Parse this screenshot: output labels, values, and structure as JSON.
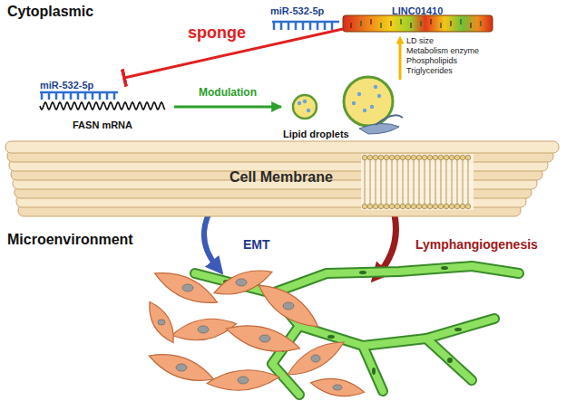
{
  "diagram": {
    "nodes": [
      {
        "text": [
          "miR-532-5p"
        ]
      },
      {
        "text": [
          "LINC01410"
        ]
      },
      {
        "text": [
          "miR-532-5p"
        ]
      },
      {
        "text": [
          "FASN mRNA"
        ]
      },
      {
        "text": [
          "Lipid droplets"
        ]
      },
      {
        "text": [
          "Cell Membrane"
        ]
      }
    ],
    "edges": [
      {
        "from": 1,
        "to": 2,
        "label": "sponge",
        "arrow": "to"
      },
      {
        "from": 3,
        "to": 4,
        "label": "Modulation",
        "arrow": "to"
      }
    ],
    "labels": [
      "Cytoplasmic",
      "LD size",
      "Metabolism enzyme",
      "Phospholipids",
      "Triglycerides",
      "Microenvironment",
      "EMT",
      "Lymphangiogenesis"
    ]
  }
}
